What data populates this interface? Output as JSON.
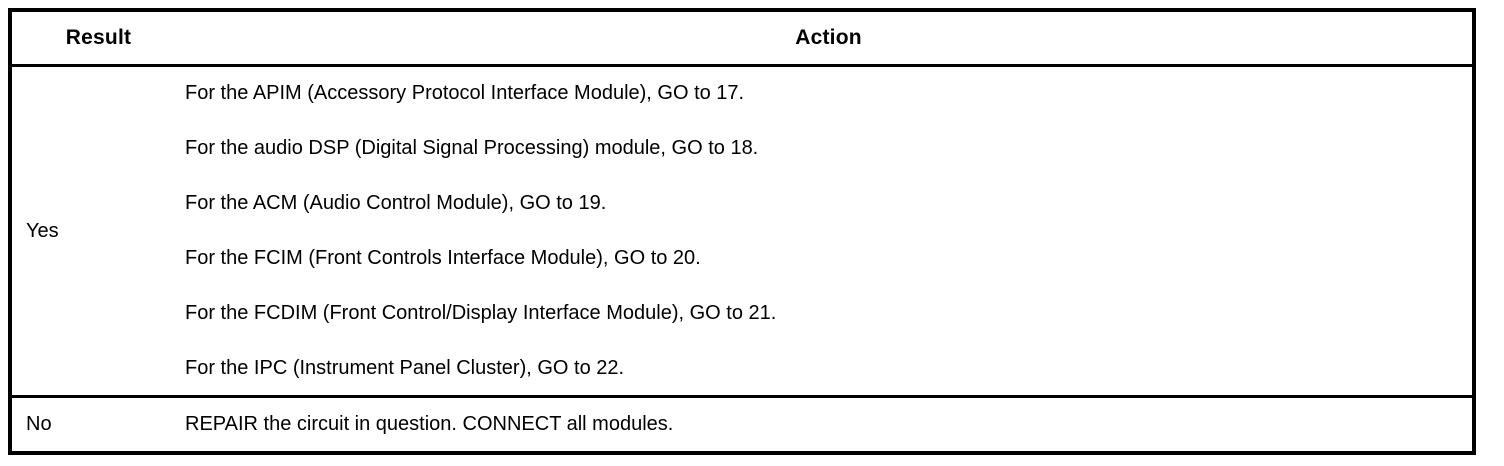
{
  "table": {
    "headers": {
      "result": "Result",
      "action": "Action"
    },
    "rows": [
      {
        "result": "Yes",
        "actions": [
          "For the APIM (Accessory Protocol Interface Module), GO to 17.",
          "For the audio DSP (Digital Signal Processing) module, GO to 18.",
          "For the ACM (Audio Control Module), GO to 19.",
          "For the FCIM (Front Controls Interface Module), GO to 20.",
          "For the FCDIM (Front Control/Display Interface Module), GO to 21.",
          "For the IPC (Instrument Panel Cluster), GO to 22."
        ]
      },
      {
        "result": "No",
        "actions": [
          "REPAIR the circuit in question. CONNECT all modules."
        ]
      }
    ]
  },
  "colors": {
    "border": "#000000",
    "text": "#000000",
    "background": "#ffffff"
  }
}
